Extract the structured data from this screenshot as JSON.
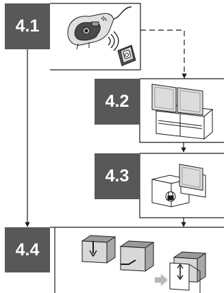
{
  "steps": [
    {
      "id": "s41",
      "label": "4.1",
      "illustration": "remote-handset-with-wall-switch"
    },
    {
      "id": "s42",
      "label": "4.2",
      "illustration": "double-wall-cabinet"
    },
    {
      "id": "s43",
      "label": "4.3",
      "illustration": "corner-cabinets-with-lock"
    },
    {
      "id": "s44",
      "label": "4.4",
      "illustration": "cabinet-move-and-lift-sequence"
    }
  ],
  "colors": {
    "step_box": "#58585a",
    "line": "#1a1a1a",
    "drawing_fill": "#dcdcdc",
    "drawing_dark": "#6a6a6a",
    "step_arrow": "#b8b8b8"
  }
}
